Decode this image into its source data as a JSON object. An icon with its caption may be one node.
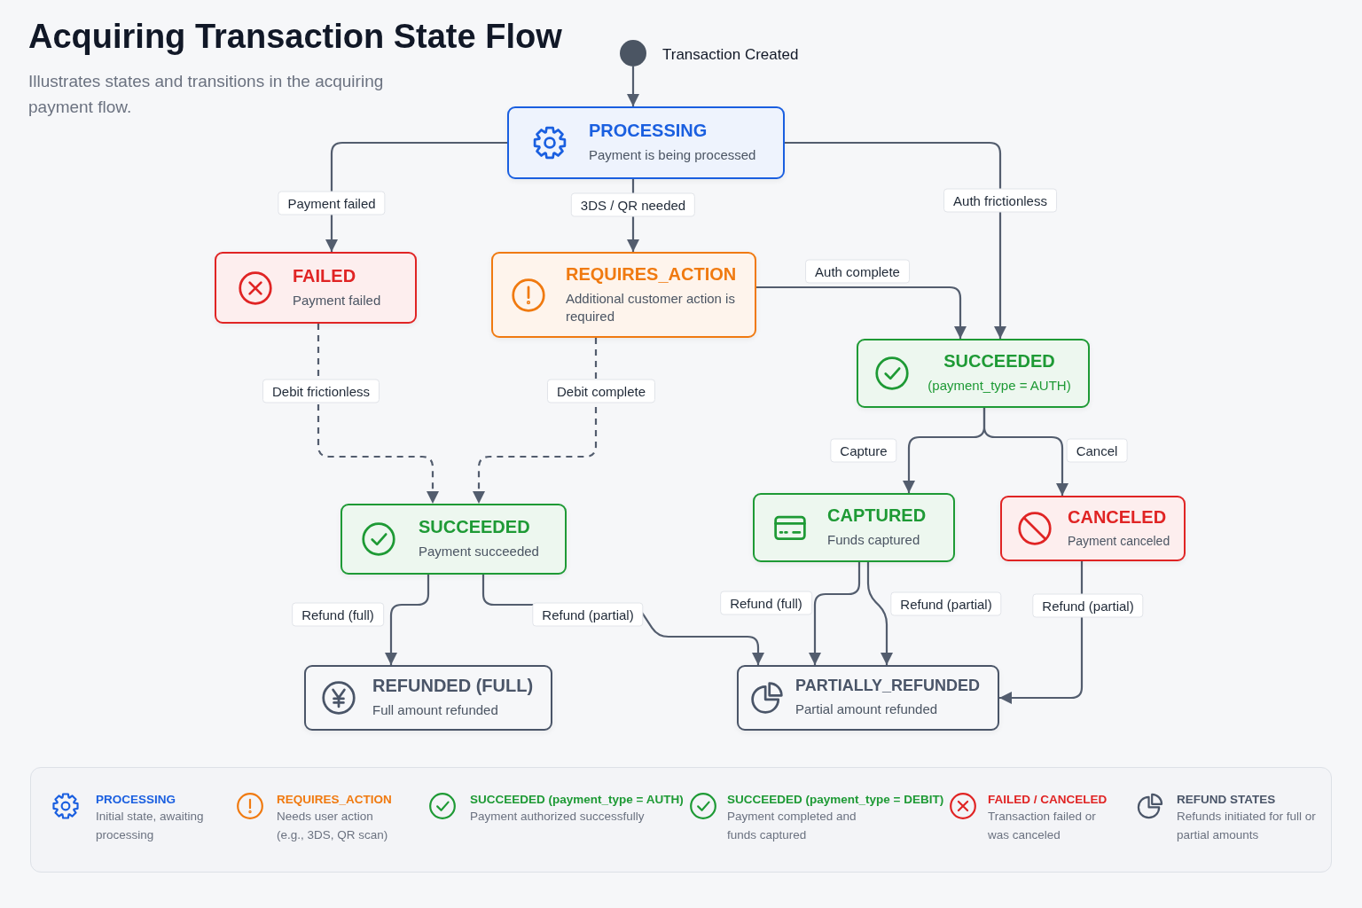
{
  "diagram": {
    "title": "Acquiring Transaction State Flow",
    "caption": "Illustrates states and transitions in the acquiring payment flow.",
    "nodes": [
      {
        "text": [],
        "shape": "circle",
        "beside": [
          "Transaction Created"
        ]
      },
      {
        "text": [
          "PROCESSING",
          "Payment is being processed"
        ]
      },
      {
        "text": [
          "FAILED",
          "Payment failed"
        ]
      },
      {
        "text": [
          "REQUIRES_ACTION",
          "Additional customer action is required"
        ]
      },
      {
        "text": [
          "SUCCEEDED",
          "(payment_type = AUTH)"
        ]
      },
      {
        "text": [
          "SUCCEEDED",
          "Payment succeeded"
        ]
      },
      {
        "text": [
          "CAPTURED",
          "Funds captured"
        ]
      },
      {
        "text": [
          "CANCELED",
          "Payment canceled"
        ]
      },
      {
        "text": [
          "REFUNDED (FULL)",
          "Full amount refunded"
        ]
      },
      {
        "text": [
          "PARTIALLY_REFUNDED",
          "Partial amount refunded"
        ]
      }
    ],
    "edges": [
      {
        "from": 0,
        "to": 1,
        "arrow": "to"
      },
      {
        "from": 1,
        "to": 2,
        "arrow": "to",
        "label": "Payment failed"
      },
      {
        "from": 1,
        "to": 3,
        "arrow": "to",
        "label": "3DS / QR needed"
      },
      {
        "from": 1,
        "to": 4,
        "arrow": "to",
        "label": "Auth frictionless"
      },
      {
        "from": 3,
        "to": 4,
        "arrow": "to",
        "label": "Auth complete"
      },
      {
        "from": 2,
        "to": 5,
        "arrow": "to",
        "label": "Debit frictionless",
        "style": "dashed"
      },
      {
        "from": 3,
        "to": 5,
        "arrow": "to",
        "label": "Debit complete",
        "style": "dashed"
      },
      {
        "from": 4,
        "to": 6,
        "arrow": "to",
        "label": "Capture"
      },
      {
        "from": 4,
        "to": 7,
        "arrow": "to",
        "label": "Cancel"
      },
      {
        "from": 5,
        "to": 8,
        "arrow": "to",
        "label": "Refund (full)"
      },
      {
        "from": 5,
        "to": 9,
        "arrow": "to",
        "label": "Refund (partial)"
      },
      {
        "from": 6,
        "to": 9,
        "arrow": "to",
        "label": "Refund (full)"
      },
      {
        "from": 6,
        "to": 9,
        "arrow": "to",
        "label": "Refund (partial)"
      },
      {
        "from": 7,
        "to": 9,
        "arrow": "to",
        "label": "Refund (partial)"
      }
    ],
    "labels": [
      "Initial state, awaiting processing",
      "Needs user action (e.g., 3DS, QR scan)",
      "Payment authorized successfully",
      "Payment completed and funds captured",
      "Transaction failed or was canceled",
      "Refunds initiated for full or partial amounts"
    ],
    "legend": [
      {
        "text": "PROCESSING"
      },
      {
        "text": "REQUIRES_ACTION"
      },
      {
        "text": "SUCCEEDED (payment_type = AUTH)"
      },
      {
        "text": "SUCCEEDED (payment_type = DEBIT)"
      },
      {
        "text": "FAILED / CANCELED"
      },
      {
        "text": "REFUND STATES"
      }
    ]
  }
}
